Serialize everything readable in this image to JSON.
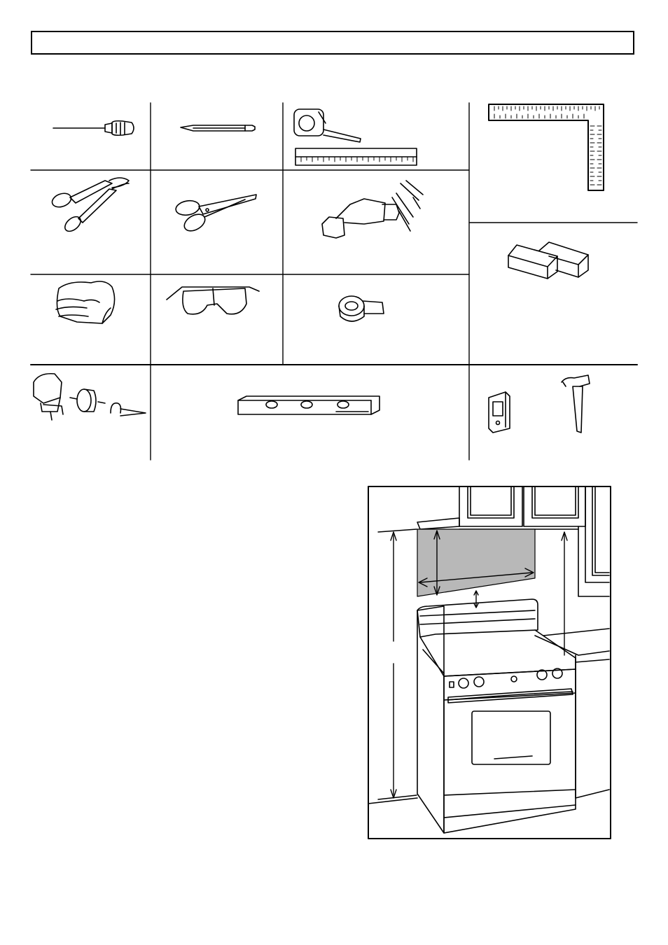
{
  "page": {
    "title": ""
  },
  "tools": [
    {
      "id": "screwdriver",
      "icon": "screwdriver-icon"
    },
    {
      "id": "pencil",
      "icon": "pencil-icon"
    },
    {
      "id": "tape-measure",
      "icon": "tape-measure-icon"
    },
    {
      "id": "ruler",
      "icon": "ruler-icon"
    },
    {
      "id": "carpenter-square",
      "icon": "carpenter-square-icon"
    },
    {
      "id": "tin-snips",
      "icon": "tin-snips-icon"
    },
    {
      "id": "scissors",
      "icon": "scissors-icon"
    },
    {
      "id": "drill",
      "icon": "drill-icon"
    },
    {
      "id": "wood-blocks",
      "icon": "wood-blocks-icon"
    },
    {
      "id": "gloves",
      "icon": "gloves-icon"
    },
    {
      "id": "safety-glasses",
      "icon": "safety-glasses-icon"
    },
    {
      "id": "duct-tape",
      "icon": "duct-tape-icon"
    },
    {
      "id": "saber-saw",
      "icon": "saber-saw-icon"
    },
    {
      "id": "hole-saw",
      "icon": "hole-saw-icon"
    },
    {
      "id": "keyhole-saw",
      "icon": "keyhole-saw-icon"
    },
    {
      "id": "level",
      "icon": "level-icon"
    },
    {
      "id": "stud-finder",
      "icon": "stud-finder-icon"
    },
    {
      "id": "hammer",
      "icon": "hammer-icon"
    }
  ],
  "illustration": {
    "subject": "range-installation-icon"
  }
}
